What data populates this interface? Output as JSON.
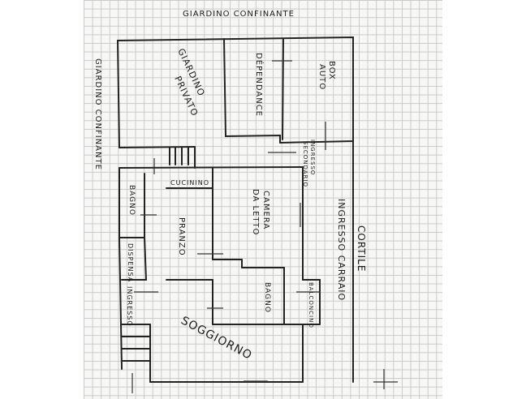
{
  "labels": {
    "giardino_confinante_top": "GIARDINO CONFINANTE",
    "giardino_confinante_left": "GIARDINO CONFINANTE",
    "giardino_privato_1": "GIARDINO",
    "giardino_privato_2": "PRIVATO",
    "dependance": "DÉPENDANCE",
    "box_1": "BOX",
    "box_2": "AUTO",
    "ingresso_secondario_1": "INGRESSO",
    "ingresso_secondario_2": "SECONDARIO",
    "bagno_1": "BAGNO",
    "cucinino": "CUCININO",
    "pranzo": "PRANZO",
    "camera_1": "CAMERA",
    "camera_2": "DA LETTO",
    "cortile": "CORTILE",
    "ingresso_carraio": "INGRESSO CARRAIO",
    "dispensa": "DISPENSA",
    "bagno_2": "BAGNO",
    "balconcino": "BALCONCINO",
    "ingresso": "INGRESSO",
    "soggiorno": "SOGGIORNO"
  }
}
